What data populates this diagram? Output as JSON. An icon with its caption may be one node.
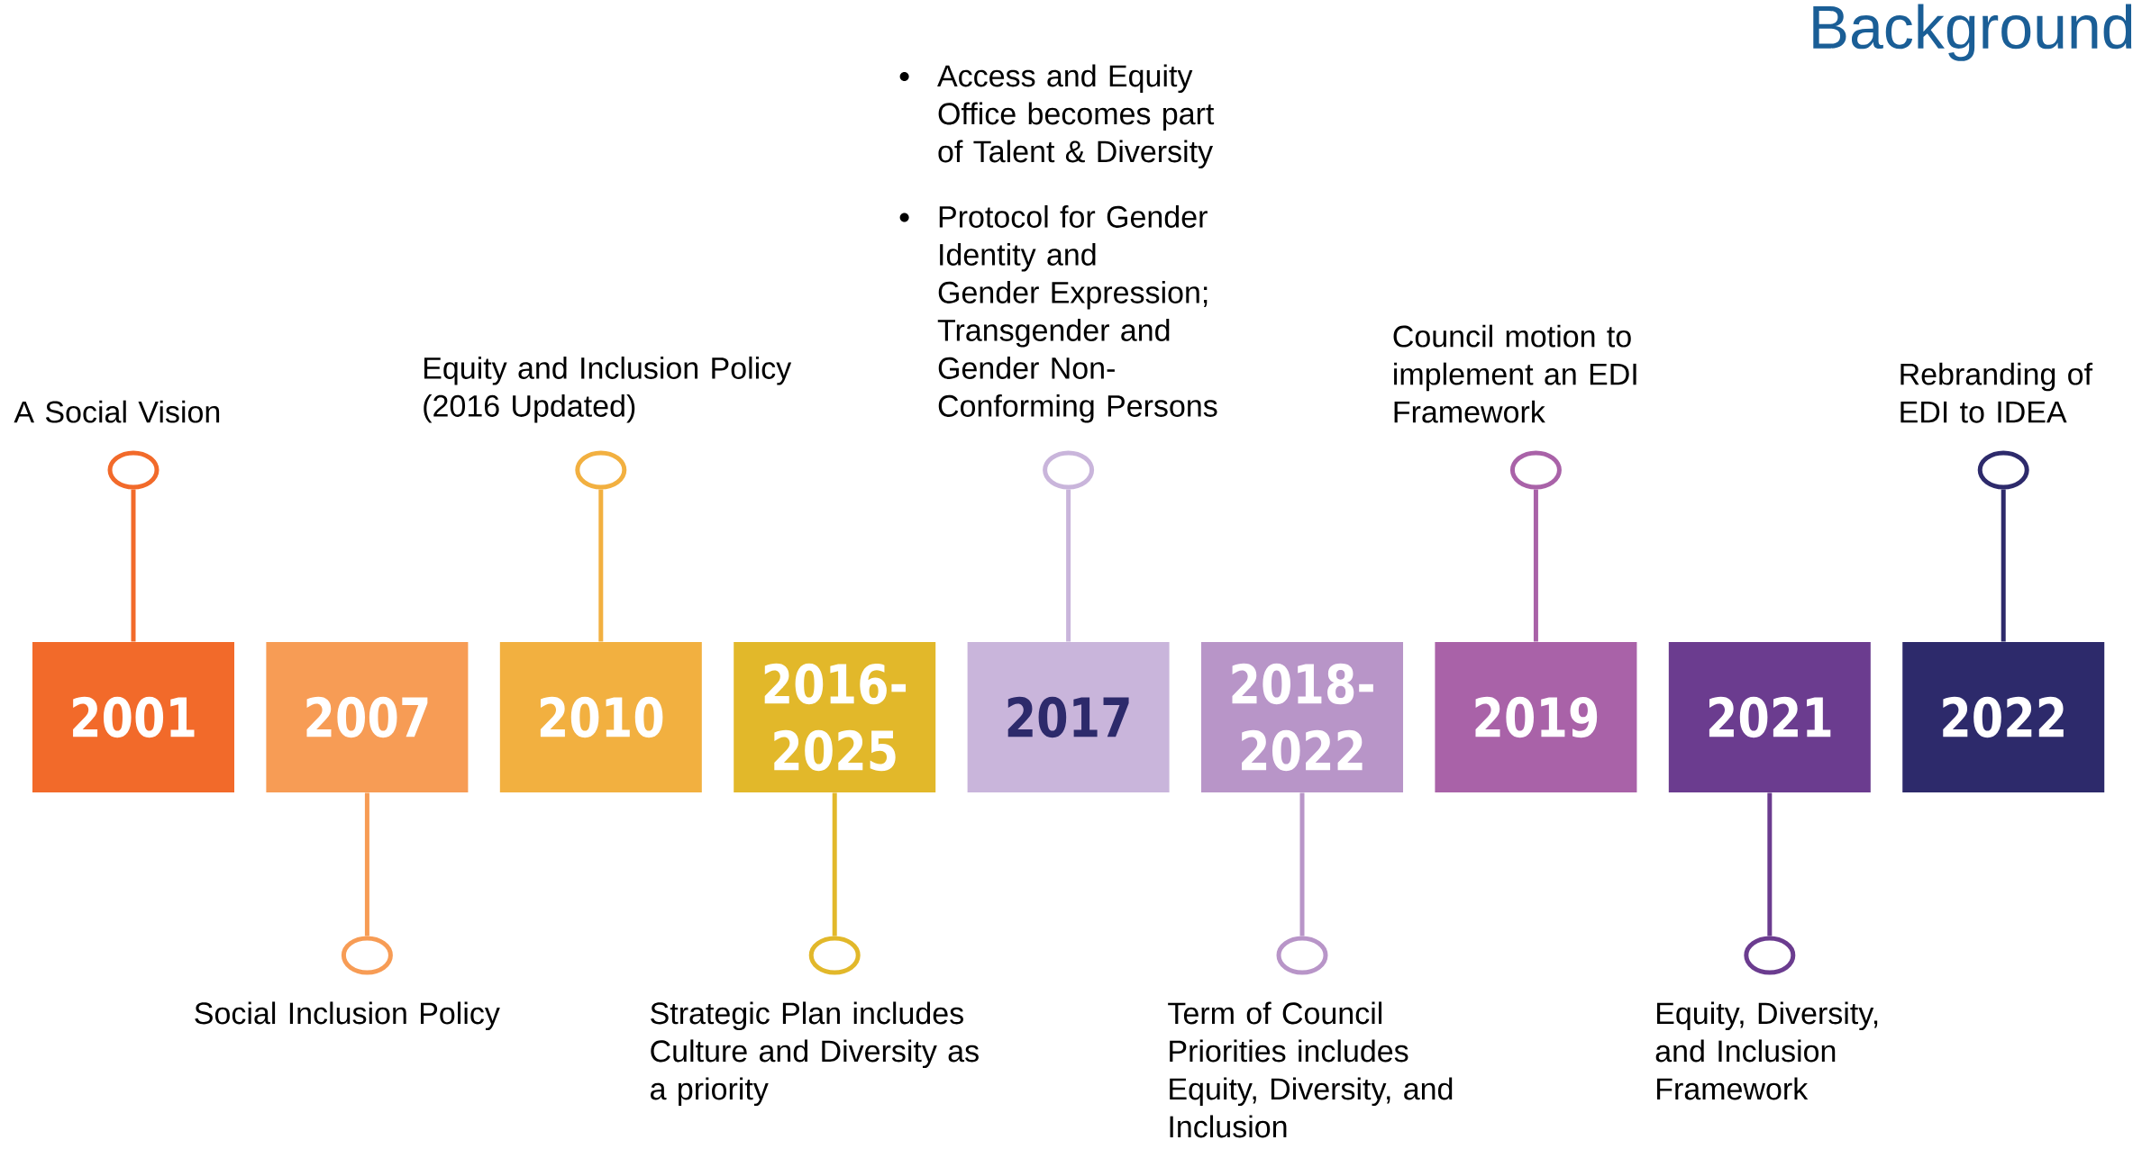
{
  "diagram": {
    "title": "Background",
    "nodes": [
      {
        "text": [
          "2001"
        ]
      },
      {
        "text": [
          "2007"
        ]
      },
      {
        "text": [
          "2010"
        ]
      },
      {
        "text": [
          "2016-2025"
        ]
      },
      {
        "text": [
          "2017"
        ]
      },
      {
        "text": [
          "2018-2022"
        ]
      },
      {
        "text": [
          "2019"
        ]
      },
      {
        "text": [
          "2021"
        ]
      },
      {
        "text": [
          "2022"
        ]
      },
      {
        "text": [],
        "shape": "circle",
        "beside": [
          "A Social Vision"
        ]
      },
      {
        "text": [],
        "shape": "circle",
        "beside": [
          "Social Inclusion Policy"
        ]
      },
      {
        "text": [],
        "shape": "circle",
        "beside": [
          "Equity and Inclusion Policy (2016 Updated)"
        ]
      },
      {
        "text": [],
        "shape": "circle",
        "beside": [
          "Strategic Plan includes Culture and Diversity as a priority"
        ]
      },
      {
        "text": [],
        "shape": "circle",
        "beside": [
          "Access and Equity Office becomes part of Talent & Diversity",
          "Protocol for Gender Identity and Gender Expression; Transgender and Gender Non-Conforming Persons"
        ]
      },
      {
        "text": [],
        "shape": "circle",
        "beside": [
          "Term of Council Priorities includes Equity, Diversity, and Inclusion"
        ]
      },
      {
        "text": [],
        "shape": "circle",
        "beside": [
          "Council motion to implement an EDI Framework"
        ]
      },
      {
        "text": [],
        "shape": "circle",
        "beside": [
          "Equity, Diversity, and Inclusion Framework"
        ]
      },
      {
        "text": [],
        "shape": "circle",
        "beside": [
          "Rebranding of EDI to IDEA"
        ]
      }
    ],
    "edges": [
      {
        "from": 0,
        "to": 9,
        "arrow": "none",
        "color": "#f26a2a"
      },
      {
        "from": 1,
        "to": 10,
        "arrow": "none",
        "color": "#f79c55"
      },
      {
        "from": 2,
        "to": 11,
        "arrow": "none",
        "color": "#f2b040"
      },
      {
        "from": 3,
        "to": 12,
        "arrow": "none",
        "color": "#e2b82a"
      },
      {
        "from": 4,
        "to": 13,
        "arrow": "none",
        "color": "#c9b5db"
      },
      {
        "from": 5,
        "to": 14,
        "arrow": "none",
        "color": "#b895c8"
      },
      {
        "from": 6,
        "to": 15,
        "arrow": "none",
        "color": "#a962a8"
      },
      {
        "from": 7,
        "to": 16,
        "arrow": "none",
        "color": "#6b3c8f"
      },
      {
        "from": 8,
        "to": 17,
        "arrow": "none",
        "color": "#2d2a6b"
      }
    ]
  }
}
